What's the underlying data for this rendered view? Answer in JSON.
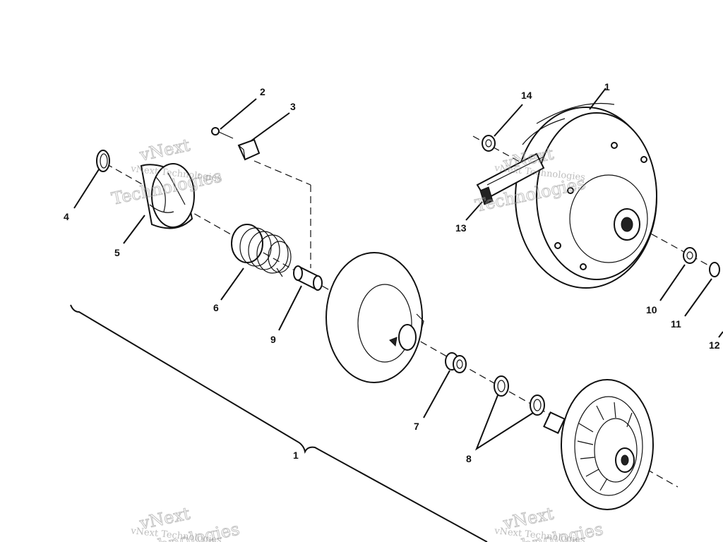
{
  "callouts": {
    "c1_top": "1",
    "c2": "2",
    "c3": "3",
    "c4": "4",
    "c5": "5",
    "c6": "6",
    "c7": "7",
    "c8": "8",
    "c9": "9",
    "c10": "10",
    "c11": "11",
    "c12": "12",
    "c13": "13",
    "c14": "14",
    "c1_bottom": "1"
  },
  "watermark": {
    "line1": "vNext",
    "line2": "Technologies",
    "full": "vNext Technologies"
  },
  "colors": {
    "ink": "#111111",
    "paper": "#ffffff",
    "watermark": "#8a8a8a"
  }
}
